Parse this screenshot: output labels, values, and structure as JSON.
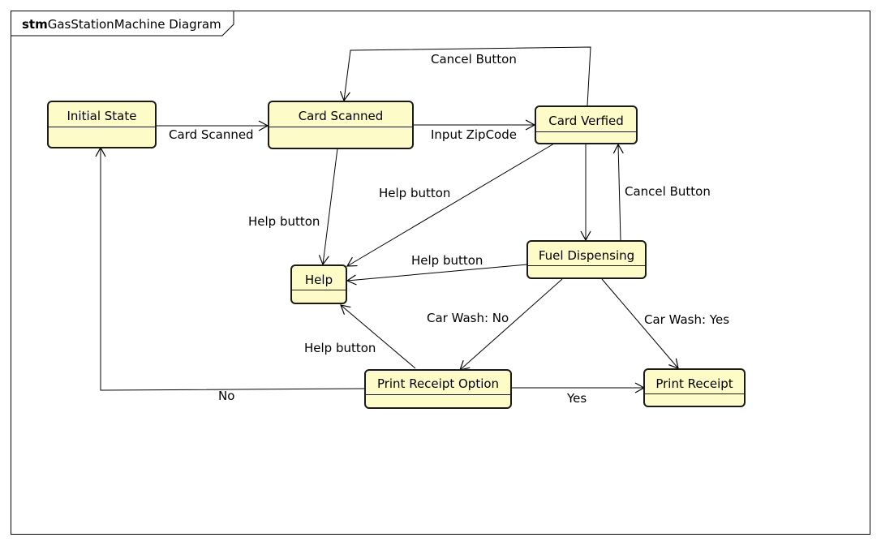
{
  "frame": {
    "kind": "stm",
    "title": "GasStationMachine Diagram"
  },
  "states": {
    "initial": "Initial State",
    "card_scanned": "Card Scanned",
    "card_verified": "Card Verfied",
    "help": "Help",
    "fuel_dispensing": "Fuel Dispensing",
    "print_receipt_option": "Print Receipt Option",
    "print_receipt": "Print Receipt"
  },
  "transitions": {
    "initial_to_scanned": "Card Scanned",
    "scanned_to_verified": "Input ZipCode",
    "verified_to_scanned": "Cancel Button",
    "scanned_to_help": "Help button",
    "verified_to_help": "Help button",
    "verified_to_fuel_cancel": "Cancel Button",
    "fuel_to_help": "Help button",
    "fuel_to_option": "Car Wash: No",
    "fuel_to_receipt": "Car Wash: Yes",
    "option_to_help": "Help button",
    "option_to_initial": "No",
    "option_to_receipt": "Yes"
  }
}
